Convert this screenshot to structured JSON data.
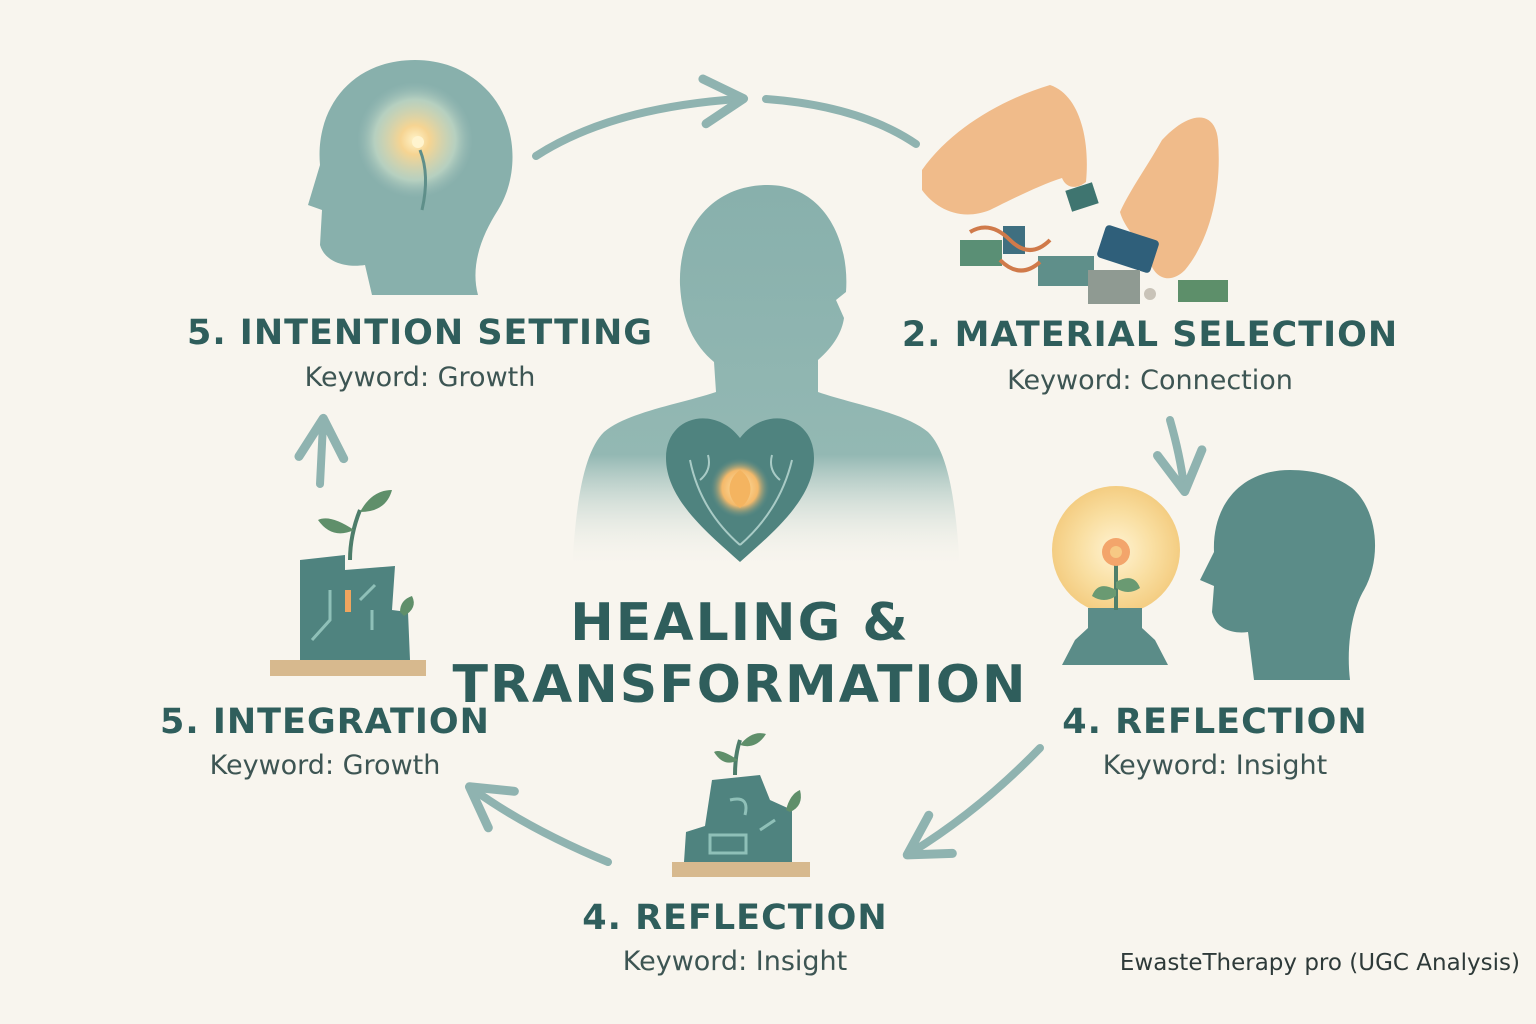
{
  "center": {
    "line1": "HEALING &",
    "line2": "TRANSFORMATION"
  },
  "steps": {
    "intention": {
      "title": "5. INTENTION SETTING",
      "keyword": "Keyword: Growth"
    },
    "material": {
      "title": "2. MATERIAL SELECTION",
      "keyword": "Keyword: Connection"
    },
    "reflection_right": {
      "title": "4. REFLECTION",
      "keyword": "Keyword: Insight"
    },
    "reflection_bottom": {
      "title": "4. REFLECTION",
      "keyword": "Keyword: Insight"
    },
    "integration": {
      "title": "5. INTEGRATION",
      "keyword": "Keyword: Growth"
    }
  },
  "footer": "EwasteTherapy pro (UGC Analysis)",
  "colors": {
    "background": "#f8f5ee",
    "teal": "#7fa9a6",
    "dark_teal": "#2f5e5c",
    "arrow": "#8fb3b0",
    "glow": "#f6c77e",
    "skin": "#f0bb8a"
  },
  "icons": [
    "head-glow-icon",
    "hands-ewaste-icon",
    "lamp-flower-icon",
    "circuit-plant-icon",
    "heart-icon",
    "person-silhouette-icon"
  ]
}
